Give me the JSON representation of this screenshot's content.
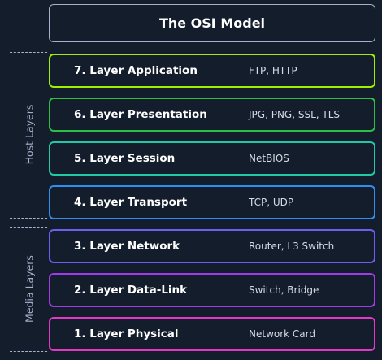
{
  "title": "The OSI Model",
  "groups": {
    "host": "Host Layers",
    "media": "Media Layers"
  },
  "layers": [
    {
      "name": "7. Layer Application",
      "protocols": "FTP, HTTP",
      "color": "#9fef00"
    },
    {
      "name": "6. Layer Presentation",
      "protocols": "JPG, PNG, SSL, TLS",
      "color": "#2fbe45"
    },
    {
      "name": "5. Layer Session",
      "protocols": "NetBIOS",
      "color": "#20c9a6"
    },
    {
      "name": "4. Layer Transport",
      "protocols": "TCP, UDP",
      "color": "#2f8ff0"
    },
    {
      "name": "3. Layer Network",
      "protocols": "Router, L3 Switch",
      "color": "#6f5cf0"
    },
    {
      "name": "2. Layer Data-Link",
      "protocols": "Switch, Bridge",
      "color": "#a239ea"
    },
    {
      "name": "1. Layer Physical",
      "protocols": "Network Card",
      "color": "#e339c4"
    }
  ]
}
